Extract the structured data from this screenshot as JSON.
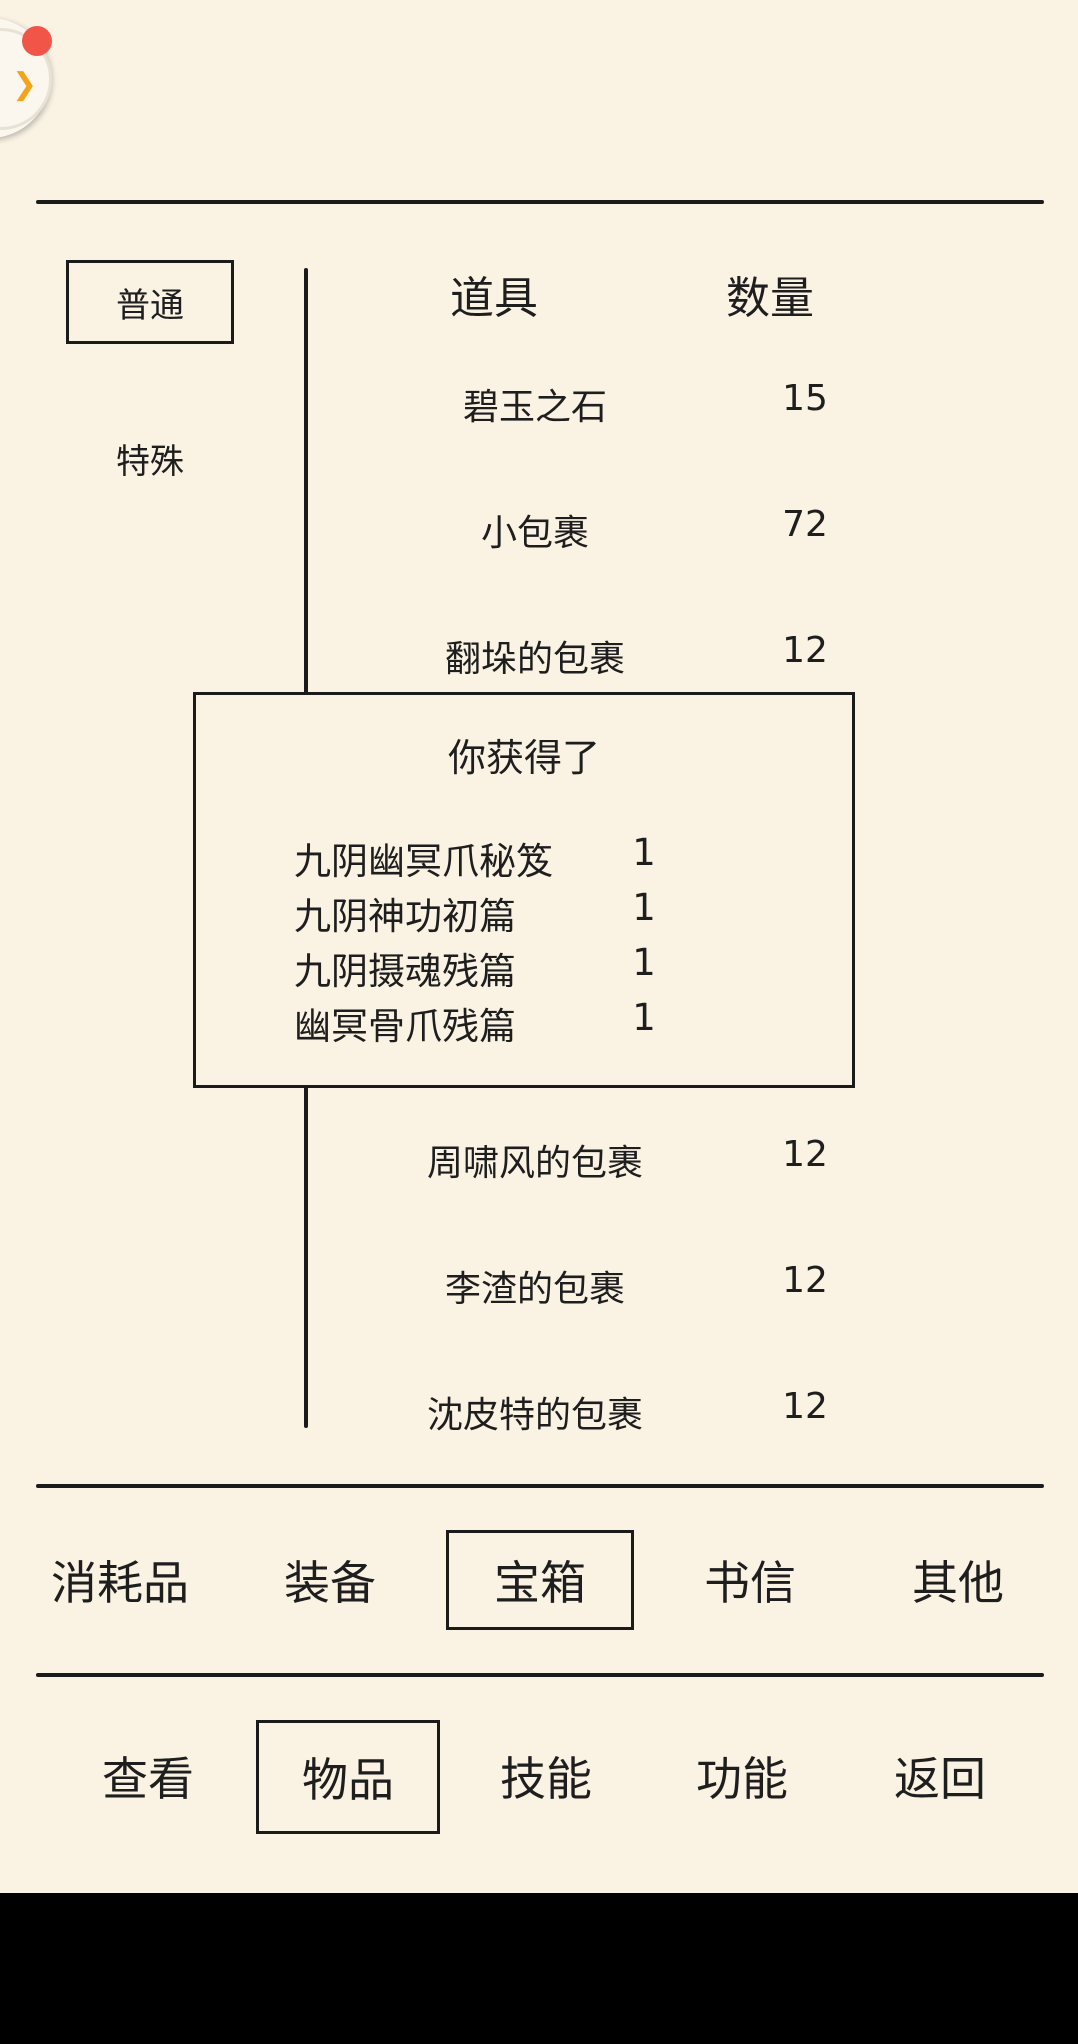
{
  "sub_tabs": [
    {
      "label": "普通",
      "active": true
    },
    {
      "label": "特殊",
      "active": false
    }
  ],
  "list": {
    "header_item": "道具",
    "header_qty": "数量",
    "items": [
      {
        "name": "碧玉之石",
        "qty": "15"
      },
      {
        "name": "小包裹",
        "qty": "72"
      },
      {
        "name": "翻垛的包裹",
        "qty": "12"
      },
      {
        "name": "",
        "qty": ""
      },
      {
        "name": "",
        "qty": ""
      },
      {
        "name": "",
        "qty": ""
      },
      {
        "name": "周啸风的包裹",
        "qty": "12"
      },
      {
        "name": "李渣的包裹",
        "qty": "12"
      },
      {
        "name": "沈皮特的包裹",
        "qty": "12"
      }
    ]
  },
  "popup": {
    "title": "你获得了",
    "rewards": [
      {
        "name": "九阴幽冥爪秘笈",
        "qty": "1"
      },
      {
        "name": "九阴神功初篇",
        "qty": "1"
      },
      {
        "name": "九阴摄魂残篇",
        "qty": "1"
      },
      {
        "name": "幽冥骨爪残篇",
        "qty": "1"
      }
    ]
  },
  "category_tabs": [
    {
      "label": "消耗品",
      "active": false
    },
    {
      "label": "装备",
      "active": false
    },
    {
      "label": "宝箱",
      "active": true
    },
    {
      "label": "书信",
      "active": false
    },
    {
      "label": "其他",
      "active": false
    }
  ],
  "bottom_nav": [
    {
      "label": "查看",
      "active": false
    },
    {
      "label": "物品",
      "active": true
    },
    {
      "label": "技能",
      "active": false
    },
    {
      "label": "功能",
      "active": false
    },
    {
      "label": "返回",
      "active": false
    }
  ],
  "colors": {
    "background": "#faf3e4",
    "ink": "#1b1b1b",
    "float_dot": "#f05548",
    "float_arrow": "#f3a41d"
  },
  "icons": {
    "float_ball": "chevron-right-icon"
  }
}
